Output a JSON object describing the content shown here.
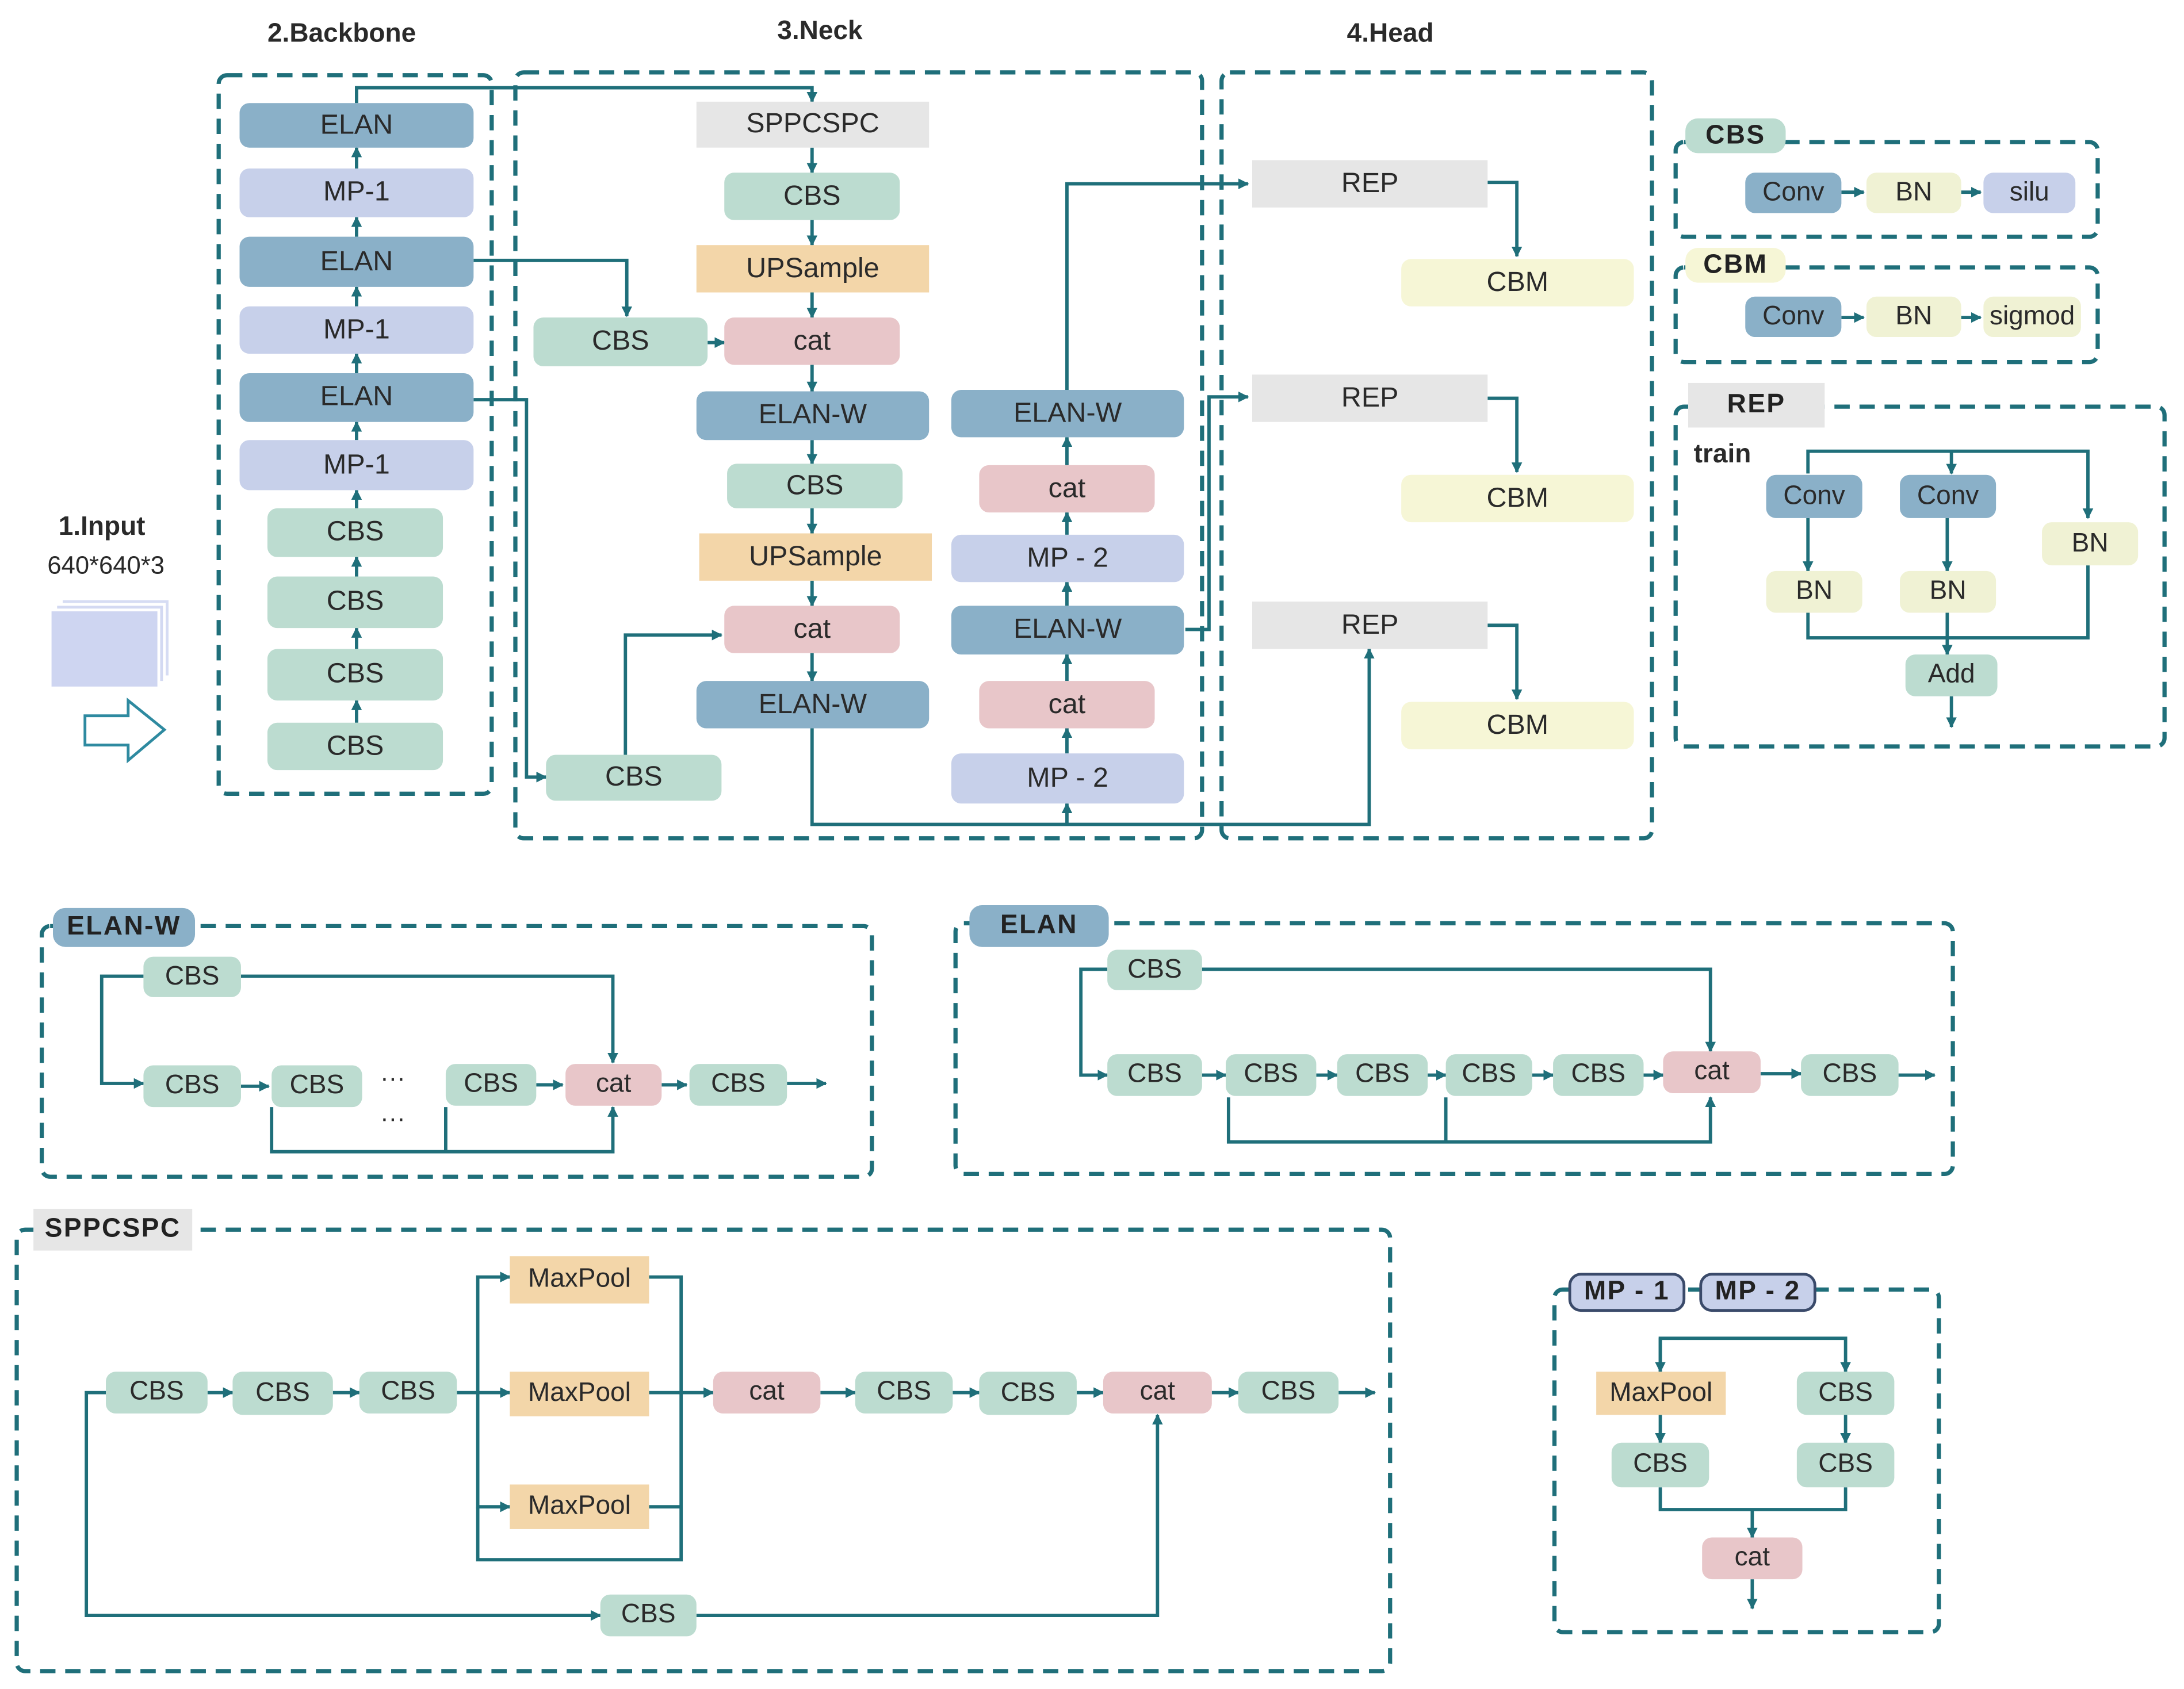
{
  "sections": {
    "input": "1.Input",
    "input_size": "640*640*3",
    "backbone": "2.Backbone",
    "neck": "3.Neck",
    "head": "4.Head"
  },
  "labels": {
    "elan": "ELAN",
    "mp1": "MP-1",
    "mp2": "MP - 2",
    "mp1_sp": "MP - 1",
    "cbs": "CBS",
    "sppcspc": "SPPCSPC",
    "upsample": "UPSample",
    "cat": "cat",
    "elanw": "ELAN-W",
    "rep": "REP",
    "cbm": "CBM",
    "conv": "Conv",
    "bn": "BN",
    "silu": "silu",
    "sigmod": "sigmod",
    "train": "train",
    "add": "Add",
    "maxpool": "MaxPool",
    "dots": "···"
  },
  "colors": {
    "line": "#1f6f7a",
    "elan": "#8ab0c8",
    "cbs": "#bcdcd0",
    "mp": "#c7d0ea",
    "cat": "#e8c6c9",
    "upsample": "#f3d6a9",
    "grey": "#e6e6e6",
    "cbm": "#f6f6d6"
  },
  "icons": [
    "stacked-images-icon",
    "right-arrow-outline-icon"
  ]
}
